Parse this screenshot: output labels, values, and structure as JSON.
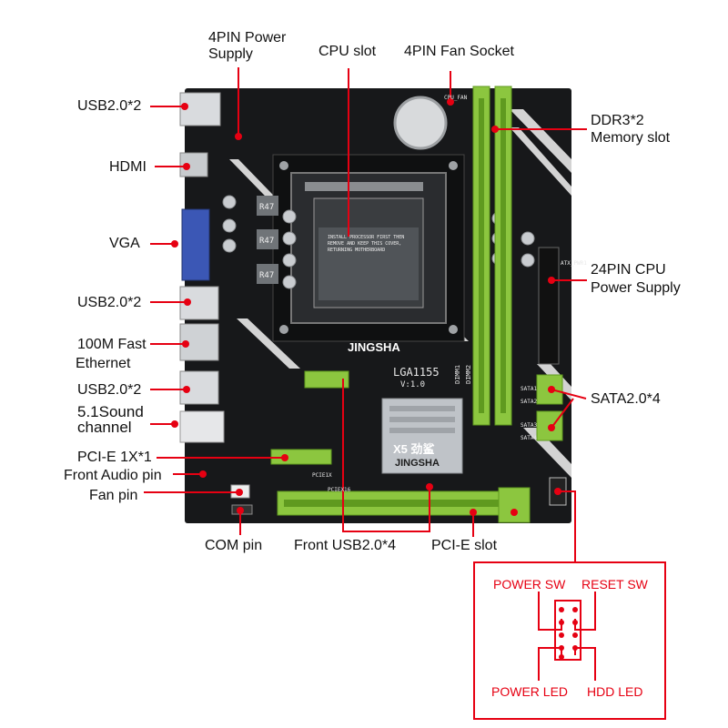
{
  "labels": {
    "pin4_power_line1": "4PIN Power",
    "pin4_power_line2": "Supply",
    "cpu_slot": "CPU slot",
    "fan_socket": "4PIN Fan Socket",
    "usb_top": "USB2.0*2",
    "hdmi": "HDMI",
    "vga": "VGA",
    "usb_mid": "USB2.0*2",
    "ethernet_line1": "100M Fast",
    "ethernet_line2": "Ethernet",
    "usb_low": "USB2.0*2",
    "sound_line1": "5.1Sound",
    "sound_line2": "channel",
    "pcie_1x": "PCI-E 1X*1",
    "front_audio": "Front Audio pin",
    "fan_pin": "Fan pin",
    "com_pin": "COM pin",
    "front_usb": "Front USB2.0*4",
    "pcie_slot": "PCI-E slot",
    "ddr3_line1": "DDR3*2",
    "ddr3_line2": "Memory slot",
    "power24_line1": "24PIN CPU",
    "power24_line2": "Power Supply",
    "sata": "SATA2.0*4"
  },
  "header": {
    "power_sw": "POWER SW",
    "reset_sw": "RESET SW",
    "power_led": "POWER LED",
    "hdd_led": "HDD  LED"
  },
  "board_text": {
    "socket_name": "LGA1155",
    "socket_version": "V:1.0",
    "brand": "JINGSHA",
    "heatsink_brand": "JINGSHA",
    "logo_mark": "X5 劲鲨",
    "dimm1": "DIMM1",
    "dimm2": "DIMM2",
    "choke1": "R47",
    "choke2": "R47",
    "choke3": "R47",
    "pcie_x1_label": "PCIE1X",
    "pcie_x16_label": "PCIEX16",
    "sata1": "SATA1",
    "sata2": "SATA2",
    "sata3": "SATA3",
    "sata4": "SATA4",
    "atx_label": "ATX_PWR1",
    "fan_label": "CPU_FAN",
    "socket_warning": "INSTALL PROCESSOR FIRST THEN REMOVE AND KEEP THIS COVER, RETURNING MOTHERBOARD"
  },
  "colors": {
    "board": "#17181a",
    "slot_green": "#8cc63f",
    "slot_green_dark": "#5f9a1f",
    "pointer_red": "#e60012",
    "header_box": "#e60012",
    "heatsink": "#bfc3c8"
  }
}
